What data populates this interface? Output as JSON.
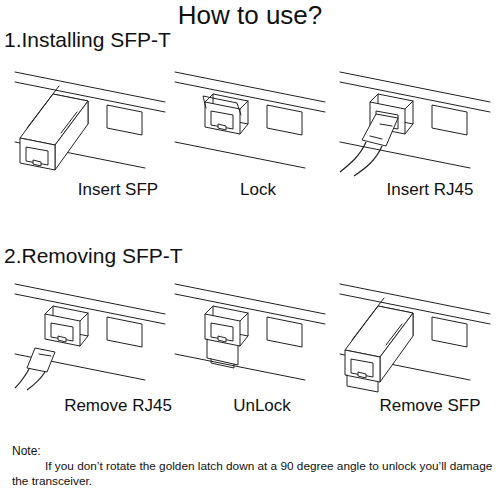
{
  "diagram": {
    "title": "How to use?",
    "labels": [
      "1.Installing SFP-T",
      "Insert SFP",
      "Lock",
      "Insert RJ45",
      "2.Removing SFP-T",
      "Remove RJ45",
      "UnLock",
      "Remove SFP",
      "Note:",
      "If you don’t rotate the golden latch down at a 90 degree angle to unlock you’ll damage the transceiver."
    ]
  }
}
